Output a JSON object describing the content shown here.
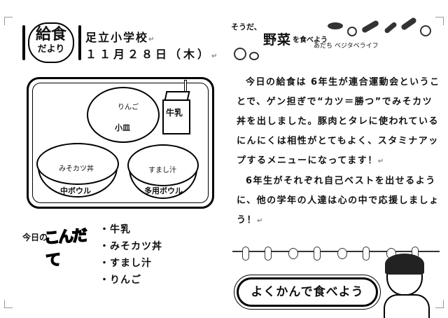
{
  "header": {
    "logo_line1": "給食",
    "logo_line2": "だより",
    "school": "足立小学校",
    "date": "１１月２８日（木）"
  },
  "tray": {
    "small_plate_item": "りんご",
    "small_plate_label": "小皿",
    "milk_label": "牛乳",
    "medium_bowl_item": "みそカツ丼",
    "medium_bowl_label": "中ボウル",
    "multi_bowl_item": "すまし汁",
    "multi_bowl_label": "多用ボウル"
  },
  "menu": {
    "heading_small": "今日の",
    "heading_big": "こんだて",
    "items": [
      "・牛乳",
      "・みそカツ丼",
      "・すまし汁",
      "・りんご"
    ]
  },
  "column_header": {
    "lead": "そうだ、",
    "title": "野菜",
    "title_tail": "を食べよう",
    "subtitle": "あだち ベジタベライフ"
  },
  "article": {
    "paragraph1": "今日の給食は 6年生が連合運動会ということで、ゲン担ぎで“カツ＝勝つ”でみそカツ丼を出しました。豚肉とタレに使われているにんにくは相性がとてもよく、スタミナアップするメニューになってます！",
    "paragraph2": "6年生がそれぞれ自己ベストを出せるように、他の学年の人達は心の中で応援しましょう！"
  },
  "banner": {
    "text": "よくかんで食べよう"
  },
  "marks": {
    "para": "↵"
  }
}
